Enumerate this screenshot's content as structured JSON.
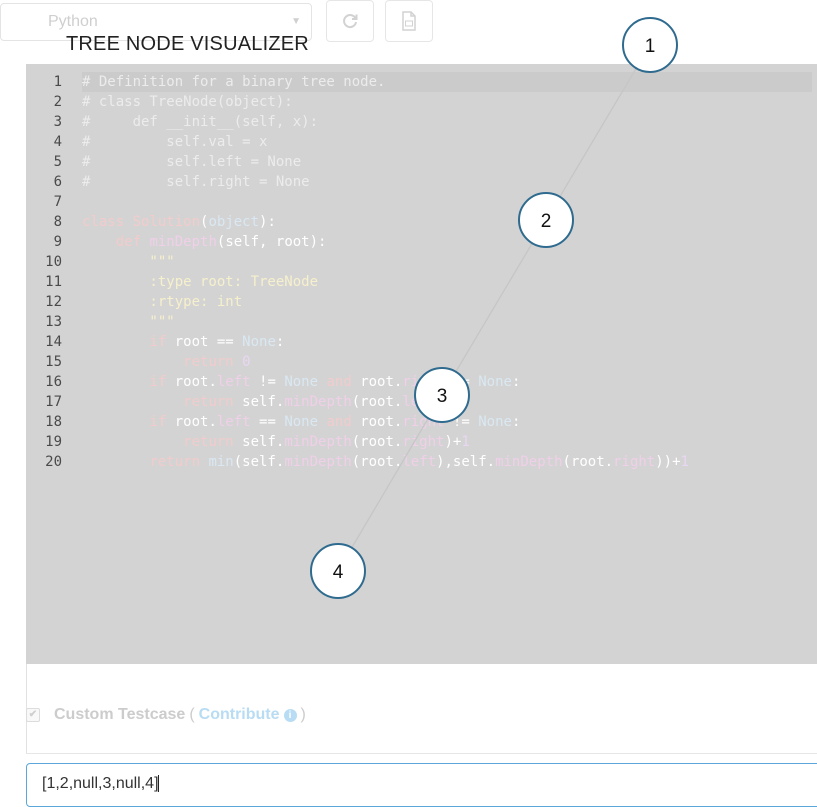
{
  "toolbar": {
    "language": "Python",
    "reset_icon": "refresh-icon",
    "copy_icon": "document-icon"
  },
  "visualizer": {
    "title": "TREE NODE VISUALIZER",
    "nodes": [
      {
        "label": "1"
      },
      {
        "label": "2"
      },
      {
        "label": "3"
      },
      {
        "label": "4"
      }
    ]
  },
  "editor": {
    "line_numbers": [
      "1",
      "2",
      "3",
      "4",
      "5",
      "6",
      "7",
      "8",
      "9",
      "10",
      "11",
      "12",
      "13",
      "14",
      "15",
      "16",
      "17",
      "18",
      "19",
      "20"
    ],
    "lines": [
      [
        {
          "t": "# Definition for a binary tree node.",
          "c": "cm"
        }
      ],
      [
        {
          "t": "# class TreeNode(object):",
          "c": "cm"
        }
      ],
      [
        {
          "t": "#     def __init__(self, x):",
          "c": "cm"
        }
      ],
      [
        {
          "t": "#         self.val = x",
          "c": "cm"
        }
      ],
      [
        {
          "t": "#         self.left = None",
          "c": "cm"
        }
      ],
      [
        {
          "t": "#         self.right = None",
          "c": "cm"
        }
      ],
      [],
      [
        {
          "t": "class",
          "c": "kw"
        },
        {
          "t": " ",
          "c": "id"
        },
        {
          "t": "Solution",
          "c": "cls"
        },
        {
          "t": "(",
          "c": "id"
        },
        {
          "t": "object",
          "c": "bi"
        },
        {
          "t": "):",
          "c": "id"
        }
      ],
      [
        {
          "t": "    ",
          "c": "id"
        },
        {
          "t": "def",
          "c": "kw"
        },
        {
          "t": " ",
          "c": "id"
        },
        {
          "t": "minDepth",
          "c": "fn"
        },
        {
          "t": "(self, root):",
          "c": "id"
        }
      ],
      [
        {
          "t": "        \"\"\"",
          "c": "str"
        }
      ],
      [
        {
          "t": "        :type root: TreeNode",
          "c": "str"
        }
      ],
      [
        {
          "t": "        :rtype: int",
          "c": "str"
        }
      ],
      [
        {
          "t": "        \"\"\"",
          "c": "str"
        }
      ],
      [
        {
          "t": "        ",
          "c": "id"
        },
        {
          "t": "if",
          "c": "kw"
        },
        {
          "t": " root == ",
          "c": "id"
        },
        {
          "t": "None",
          "c": "bi"
        },
        {
          "t": ":",
          "c": "id"
        }
      ],
      [
        {
          "t": "            ",
          "c": "id"
        },
        {
          "t": "return",
          "c": "kw"
        },
        {
          "t": " ",
          "c": "id"
        },
        {
          "t": "0",
          "c": "num"
        }
      ],
      [
        {
          "t": "        ",
          "c": "id"
        },
        {
          "t": "if",
          "c": "kw"
        },
        {
          "t": " root.",
          "c": "id"
        },
        {
          "t": "left",
          "c": "fn"
        },
        {
          "t": " != ",
          "c": "id"
        },
        {
          "t": "None",
          "c": "bi"
        },
        {
          "t": " ",
          "c": "id"
        },
        {
          "t": "and",
          "c": "kw"
        },
        {
          "t": " root.",
          "c": "id"
        },
        {
          "t": "right",
          "c": "fn"
        },
        {
          "t": " == ",
          "c": "id"
        },
        {
          "t": "None",
          "c": "bi"
        },
        {
          "t": ":",
          "c": "id"
        }
      ],
      [
        {
          "t": "            ",
          "c": "id"
        },
        {
          "t": "return",
          "c": "kw"
        },
        {
          "t": " self.",
          "c": "id"
        },
        {
          "t": "minDepth",
          "c": "fn"
        },
        {
          "t": "(root.",
          "c": "id"
        },
        {
          "t": "left",
          "c": "fn"
        },
        {
          "t": ")+",
          "c": "id"
        },
        {
          "t": "1",
          "c": "num"
        }
      ],
      [
        {
          "t": "        ",
          "c": "id"
        },
        {
          "t": "if",
          "c": "kw"
        },
        {
          "t": " root.",
          "c": "id"
        },
        {
          "t": "left",
          "c": "fn"
        },
        {
          "t": " == ",
          "c": "id"
        },
        {
          "t": "None",
          "c": "bi"
        },
        {
          "t": " ",
          "c": "id"
        },
        {
          "t": "and",
          "c": "kw"
        },
        {
          "t": " root.",
          "c": "id"
        },
        {
          "t": "right",
          "c": "fn"
        },
        {
          "t": " != ",
          "c": "id"
        },
        {
          "t": "None",
          "c": "bi"
        },
        {
          "t": ":",
          "c": "id"
        }
      ],
      [
        {
          "t": "            ",
          "c": "id"
        },
        {
          "t": "return",
          "c": "kw"
        },
        {
          "t": " self.",
          "c": "id"
        },
        {
          "t": "minDepth",
          "c": "fn"
        },
        {
          "t": "(root.",
          "c": "id"
        },
        {
          "t": "right",
          "c": "fn"
        },
        {
          "t": ")+",
          "c": "id"
        },
        {
          "t": "1",
          "c": "num"
        }
      ],
      [
        {
          "t": "        ",
          "c": "id"
        },
        {
          "t": "return",
          "c": "kw"
        },
        {
          "t": " ",
          "c": "id"
        },
        {
          "t": "min",
          "c": "bi"
        },
        {
          "t": "(self.",
          "c": "id"
        },
        {
          "t": "minDepth",
          "c": "fn"
        },
        {
          "t": "(root.",
          "c": "id"
        },
        {
          "t": "left",
          "c": "fn"
        },
        {
          "t": "),self.",
          "c": "id"
        },
        {
          "t": "minDepth",
          "c": "fn"
        },
        {
          "t": "(root.",
          "c": "id"
        },
        {
          "t": "right",
          "c": "fn"
        },
        {
          "t": "))+",
          "c": "id"
        },
        {
          "t": "1",
          "c": "num"
        }
      ]
    ]
  },
  "testcase": {
    "checkbox_checked": true,
    "label": "Custom Testcase",
    "paren_open": "(",
    "contribute": "Contribute",
    "info_icon": "info-icon",
    "paren_close": ")",
    "value": "[1,2,null,3,null,4]"
  },
  "colors": {
    "editor_bg": "#d3d3d3",
    "accent": "#5ba7d9",
    "node_stroke": "#2f6b8f"
  }
}
